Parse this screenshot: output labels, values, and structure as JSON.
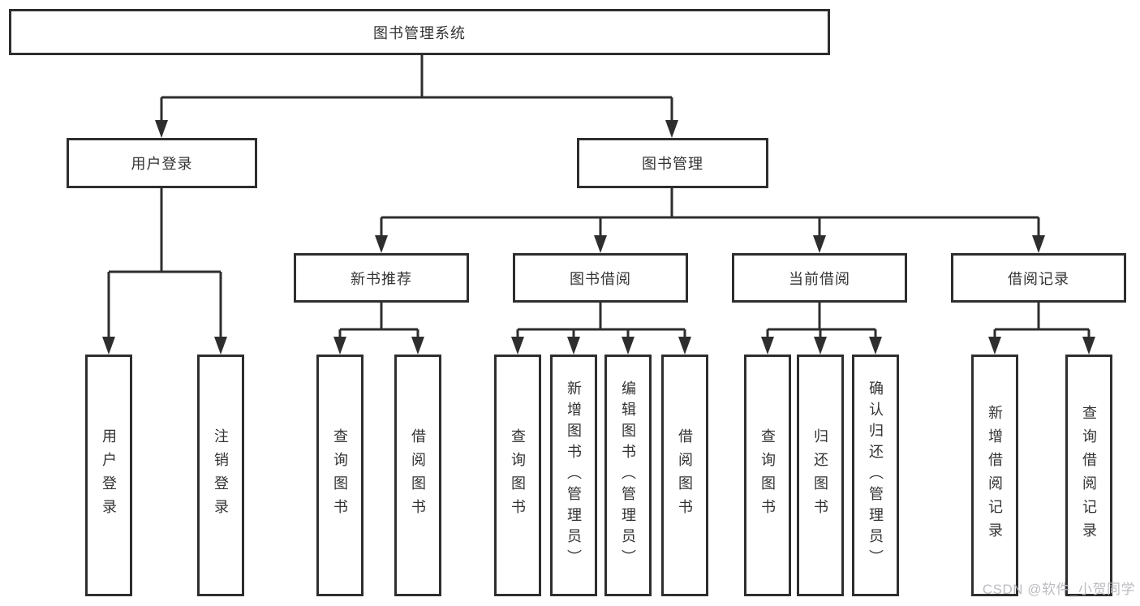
{
  "tree": {
    "root": {
      "label": "图书管理系统"
    },
    "branches": [
      {
        "label": "用户登录",
        "children": [
          {
            "label": "用户登录"
          },
          {
            "label": "注销登录"
          }
        ]
      },
      {
        "label": "图书管理",
        "children": [
          {
            "label": "新书推荐",
            "children": [
              {
                "label": "查询图书"
              },
              {
                "label": "借阅图书"
              }
            ]
          },
          {
            "label": "图书借阅",
            "children": [
              {
                "label": "查询图书"
              },
              {
                "label": "新增图书（管理员）"
              },
              {
                "label": "编辑图书（管理员）"
              },
              {
                "label": "借阅图书"
              }
            ]
          },
          {
            "label": "当前借阅",
            "children": [
              {
                "label": "查询图书"
              },
              {
                "label": "归还图书"
              },
              {
                "label": "确认归还（管理员）"
              }
            ]
          },
          {
            "label": "借阅记录",
            "children": [
              {
                "label": "新增借阅记录"
              },
              {
                "label": "查询借阅记录"
              }
            ]
          }
        ]
      }
    ]
  },
  "watermark": "CSDN @软件_小贺同学",
  "colors": {
    "line": "#2e2e2e",
    "text": "#333333",
    "background": "#ffffff",
    "watermark": "#b9b9bf"
  }
}
